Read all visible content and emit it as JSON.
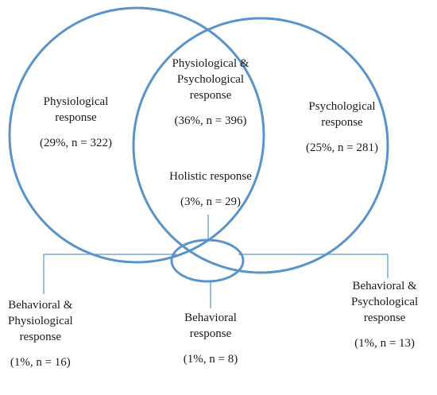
{
  "colors": {
    "stroke": "#5b93c7",
    "text": "#1a1a1a",
    "background": "#ffffff"
  },
  "regions": {
    "physiological": {
      "name_line1": "Physiological",
      "name_line2": "response",
      "stat": "(29%, n = 322)"
    },
    "overlap": {
      "name_line1": "Physiological &",
      "name_line2": "Psychological",
      "name_line3": "response",
      "stat": "(36%, n = 396)"
    },
    "psychological": {
      "name_line1": "Psychological",
      "name_line2": "response",
      "stat": "(25%, n = 281)"
    },
    "holistic": {
      "name_line1": "Holistic response",
      "stat": "(3%, n = 29)"
    },
    "behavioral_physiological": {
      "name_line1": "Behavioral &",
      "name_line2": "Physiological",
      "name_line3": "response",
      "stat": "(1%, n = 16)"
    },
    "behavioral": {
      "name_line1": "Behavioral",
      "name_line2": "response",
      "stat": "(1%, n = 8)"
    },
    "behavioral_psychological": {
      "name_line1": "Behavioral &",
      "name_line2": "Psychological",
      "name_line3": "response",
      "stat": "(1%, n = 13)"
    }
  }
}
